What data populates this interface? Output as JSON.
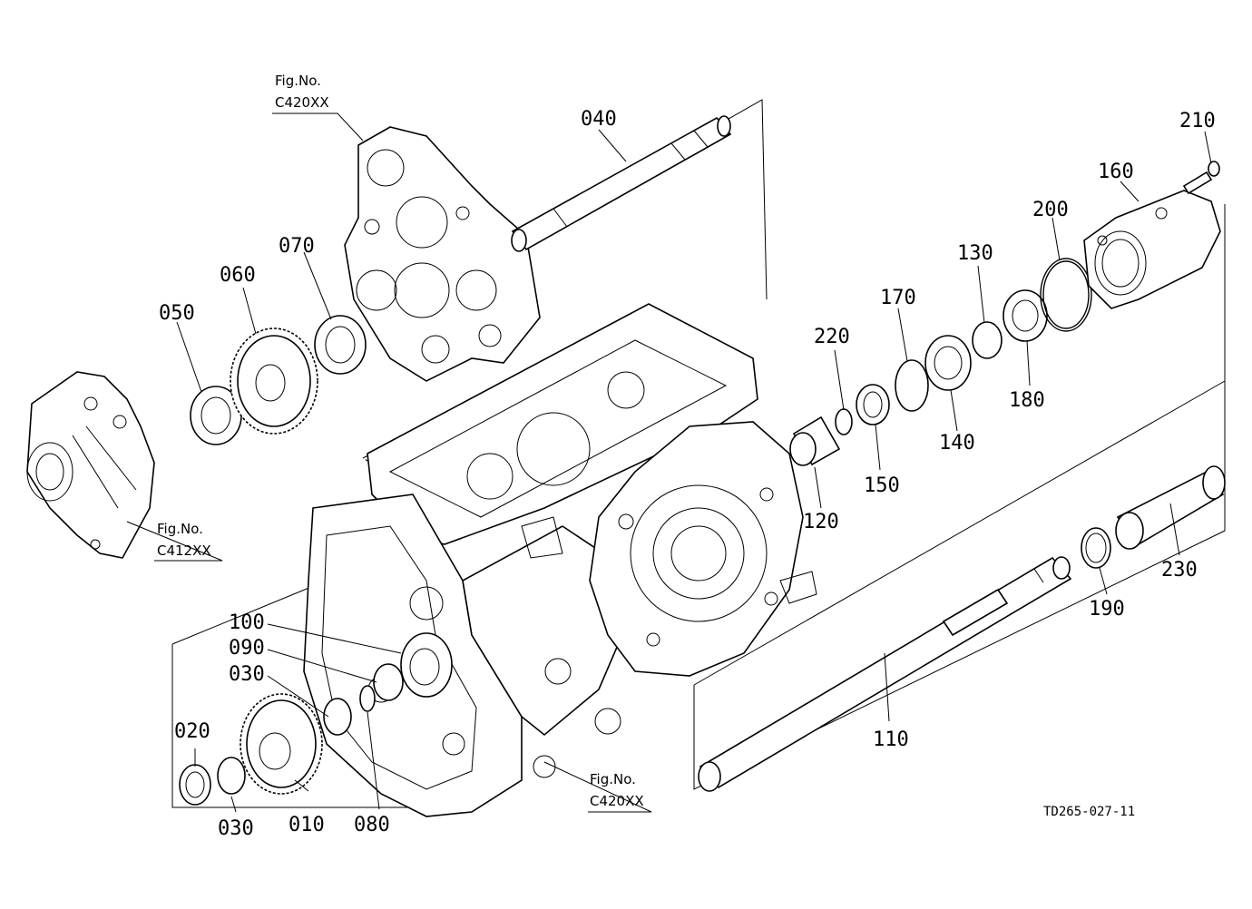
{
  "diagram": {
    "document_code": "TD265-027-11",
    "fig_refs": [
      {
        "id": "fig-top",
        "line1": "Fig.No.",
        "line2": "C420XX"
      },
      {
        "id": "fig-left",
        "line1": "Fig.No.",
        "line2": "C412XX"
      },
      {
        "id": "fig-bottom",
        "line1": "Fig.No.",
        "line2": "C420XX"
      }
    ],
    "parts": {
      "p010": "010",
      "p020": "020",
      "p030a": "030",
      "p030b": "030",
      "p040": "040",
      "p050": "050",
      "p060": "060",
      "p070": "070",
      "p080": "080",
      "p090": "090",
      "p100": "100",
      "p110": "110",
      "p120": "120",
      "p130": "130",
      "p140": "140",
      "p150": "150",
      "p160": "160",
      "p170": "170",
      "p180": "180",
      "p190": "190",
      "p200": "200",
      "p210": "210",
      "p220": "220",
      "p230": "230"
    }
  }
}
